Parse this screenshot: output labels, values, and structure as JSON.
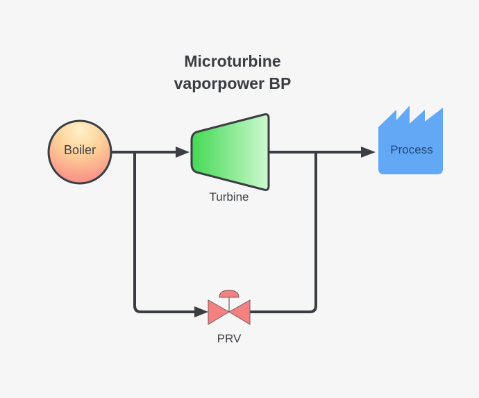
{
  "title": {
    "line1": "Microturbine",
    "line2": "vaporpower BP"
  },
  "nodes": {
    "boiler": {
      "label": "Boiler",
      "icon": "boiler-circle-icon",
      "colors": [
        "#fde6a6",
        "#f98b8b"
      ]
    },
    "turbine": {
      "label": "Turbine",
      "icon": "turbine-icon",
      "colors": [
        "#4fdc5c",
        "#c9f8cd"
      ]
    },
    "process": {
      "label": "Process",
      "icon": "factory-icon",
      "color": "#63a8f5"
    },
    "prv": {
      "label": "PRV",
      "icon": "pressure-relief-valve-icon",
      "color": "#f48181"
    }
  },
  "connections": [
    {
      "from": "Boiler",
      "to": "Turbine"
    },
    {
      "from": "Turbine",
      "to": "Process"
    },
    {
      "from": "Boiler",
      "to": "PRV"
    },
    {
      "from": "PRV",
      "to": "Process"
    }
  ],
  "colors": {
    "line": "#3a3d42",
    "background": "#f6f6f7"
  }
}
